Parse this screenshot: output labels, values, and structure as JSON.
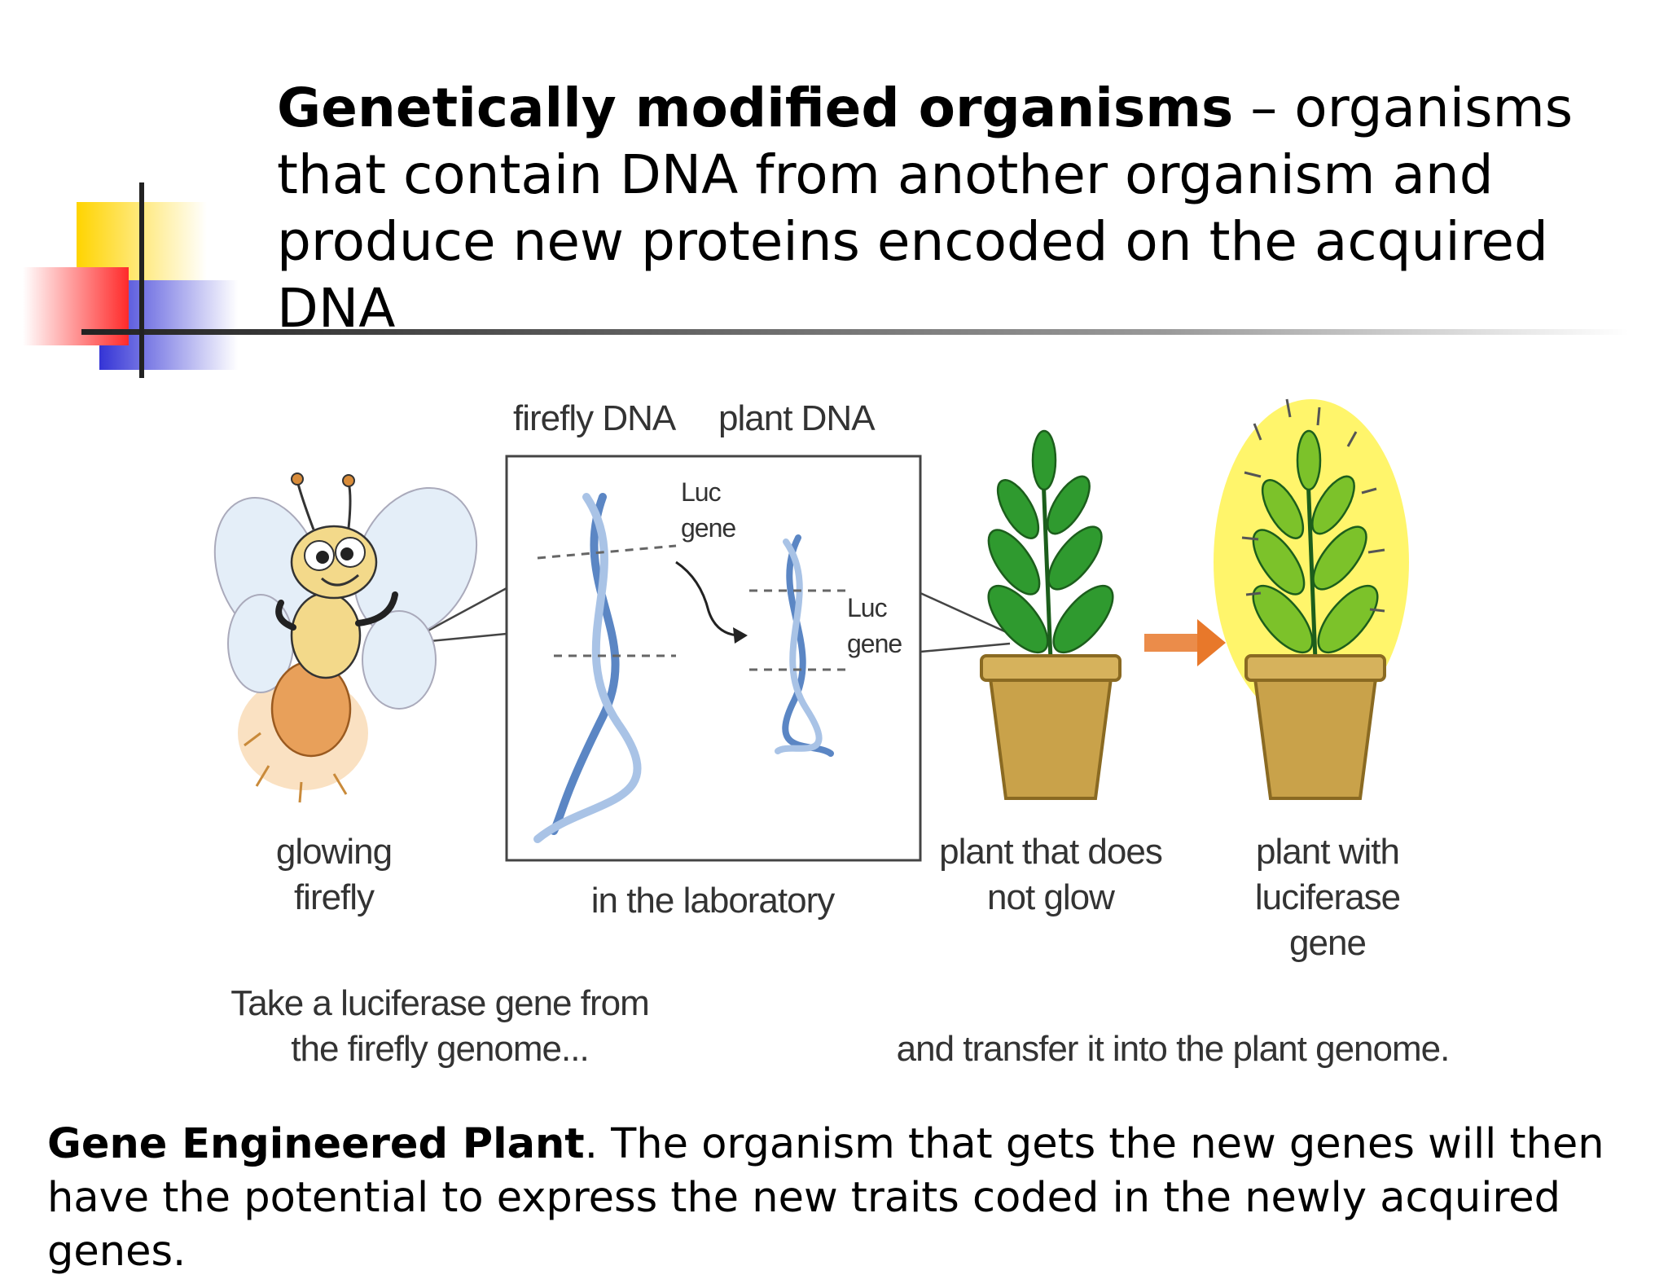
{
  "slide": {
    "title_bold": "Genetically modified organisms",
    "title_rest": " – organisms that contain DNA from another organism and produce new proteins encoded on the acquired DNA"
  },
  "diagram": {
    "label_firefly_dna": "firefly DNA",
    "label_plant_dna": "plant DNA",
    "label_luc_gene_1_line1": "Luc",
    "label_luc_gene_1_line2": "gene",
    "label_luc_gene_2_line1": "Luc",
    "label_luc_gene_2_line2": "gene",
    "label_glowing_firefly_line1": "glowing",
    "label_glowing_firefly_line2": "firefly",
    "label_laboratory": "in the laboratory",
    "label_plant_no_glow_line1": "plant that does",
    "label_plant_no_glow_line2": "not glow",
    "label_plant_luciferase_line1": "plant with",
    "label_plant_luciferase_line2": "luciferase",
    "label_plant_luciferase_line3": "gene",
    "label_take_line1": "Take a luciferase gene from",
    "label_take_line2": "the firefly genome...",
    "label_transfer": "and transfer it into the plant genome.",
    "colors": {
      "dna": "#5b86c4",
      "dna_light": "#a9c3e6",
      "leaf": "#2f9a2f",
      "leaf_dark": "#1c5e1c",
      "pot": "#c9a24a",
      "pot_dark": "#8a6a22",
      "glow": "#fff23a",
      "arrow": "#e8782a",
      "firefly_tail": "#e8a05a",
      "firefly_body": "#f3d98a",
      "wing": "#e4eef8"
    }
  },
  "caption": {
    "bold": "Gene Engineered Plant",
    "rest": ".  The organism that gets the new genes will then have the potential to express the new traits coded in the newly acquired genes."
  },
  "decor": {
    "yellow": "#ffd400",
    "red": "#ff3b3b",
    "blue": "#3a3ad8",
    "line": "#333333"
  }
}
